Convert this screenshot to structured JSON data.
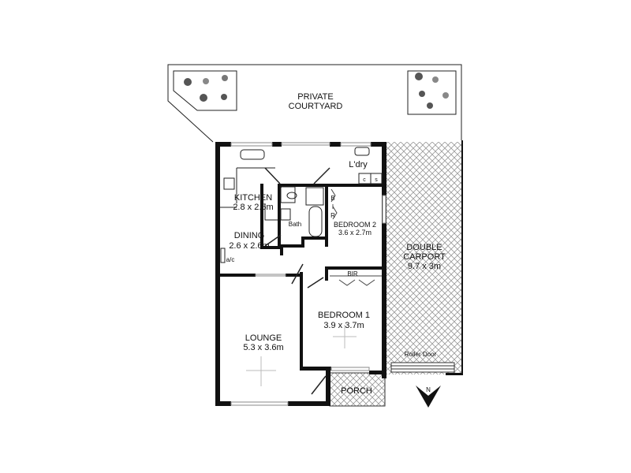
{
  "plan": {
    "courtyard": {
      "name": "PRIVATE",
      "name2": "COURTYARD"
    },
    "kitchen": {
      "name": "KITCHEN",
      "size": "2.8 x 2.6m"
    },
    "dining": {
      "name": "DINING",
      "size": "2.6 x 2.6m"
    },
    "ac_label": "a/c",
    "bath": {
      "name": "Bath"
    },
    "laundry": {
      "name": "L'dry"
    },
    "laundry_c": "c",
    "laundry_s": "s",
    "bir_vertical": [
      "B",
      "I",
      "R"
    ],
    "bedroom2": {
      "name": "BEDROOM 2",
      "size": "3.6 x 2.7m"
    },
    "carport": {
      "name": "DOUBLE",
      "name2": "CARPORT",
      "size": "9.7 x 3m"
    },
    "bir": {
      "name": "BIR"
    },
    "bedroom1": {
      "name": "BEDROOM 1",
      "size": "3.9 x 3.7m"
    },
    "lounge": {
      "name": "LOUNGE",
      "size": "5.3 x 3.6m"
    },
    "roller_door": "Roller Door",
    "porch": {
      "name": "PORCH"
    },
    "north": "N"
  },
  "colors": {
    "wall": "#111111",
    "hatch": "#999999"
  }
}
